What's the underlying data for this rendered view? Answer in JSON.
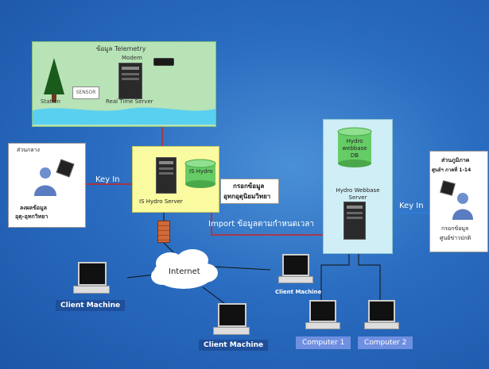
{
  "telemetry": {
    "title": "ข้อมูล Telemetry",
    "modem": "Modem",
    "station": "Station",
    "sensor": "SENSOR",
    "realtime_server": "Real Time Server"
  },
  "central": {
    "title": "ส่วนกลาง",
    "caption_line1": "ลงผลข้อมูล",
    "caption_line2": "อุตุ-อุทกวิทยา"
  },
  "key_in_left": "Key In",
  "key_in_right": "Key In",
  "is_hydro": {
    "db_label": "IS Hydro",
    "server_label": "IS Hydro Server"
  },
  "entry_note": {
    "line1": "กรอกข้อมูล",
    "line2": "อุทกอุตุนิยมวิทยา"
  },
  "import_label": "Import ข้อมูลตามกำหนดเวลา",
  "hydro_webbase": {
    "db_label": "Hydro webbase DB",
    "server_label": "Hydro Webbase Server"
  },
  "regional": {
    "title": "ส่วนภูมิภาค",
    "subtitle": "ศูนย์ฯ ภาคที่ 1-14",
    "caption_line1": "กรอกข้อมูล",
    "caption_line2": "ศูนย์ข่าวปกติ"
  },
  "internet_label": "Internet",
  "clients": {
    "left": "Client Machine",
    "top_right": "Client Machine",
    "bottom": "Client Machine"
  },
  "computers": {
    "one": "Computer 1",
    "two": "Computer 2"
  },
  "colors": {
    "background": "#2a6cc0",
    "arrow_red": "#cc2222",
    "arrow_blue": "#2d7fe0",
    "panel_green": "#b7e3b6",
    "panel_yellow": "#fafaa0",
    "panel_light_blue": "#cfeef5",
    "computer_label_bg": "#6f8fe0"
  }
}
